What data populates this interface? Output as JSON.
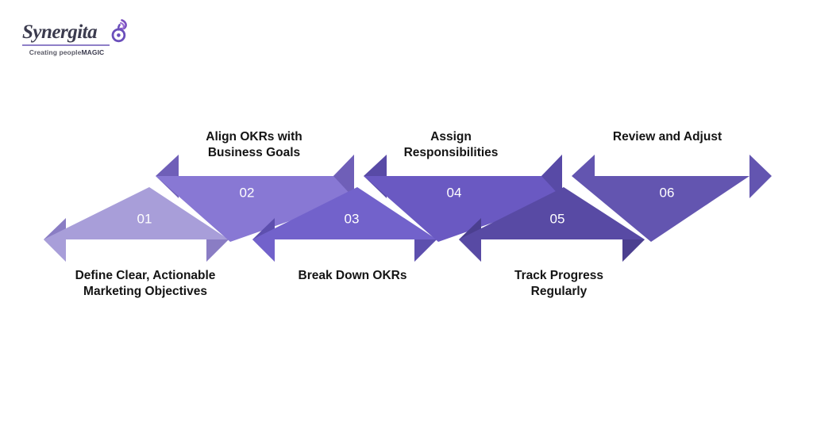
{
  "brand": {
    "name": "Synergita",
    "tagline_prefix": "Creating people",
    "tagline_suffix": "MAGIC",
    "tagline_full": "Creating peopleMAGIC",
    "mark_icon": "synergita-swirl-icon",
    "accent_color": "#6b4fbb",
    "wordmark_color": "#3b3b4e"
  },
  "diagram": {
    "type": "zigzag-chevron-process",
    "title": "",
    "background": "#ffffff",
    "steps": [
      {
        "number": "01",
        "label": "Define Clear, Actionable\nMarketing Objectives",
        "position": "below",
        "direction": "right",
        "color": "#a89ed9",
        "tail_color": "#8a7dc4"
      },
      {
        "number": "02",
        "label": "Align OKRs with\nBusiness Goals",
        "position": "above",
        "direction": "right",
        "color": "#8878d4",
        "tail_color": "#6f5fb8"
      },
      {
        "number": "03",
        "label": "Break Down OKRs",
        "position": "below",
        "direction": "right",
        "color": "#7262cb",
        "tail_color": "#5d4fae"
      },
      {
        "number": "04",
        "label": "Assign\nResponsibilities",
        "position": "above",
        "direction": "right",
        "color": "#6a59c2",
        "tail_color": "#584aa6"
      },
      {
        "number": "05",
        "label": "Track Progress\nRegularly",
        "position": "below",
        "direction": "right",
        "color": "#584aa4",
        "tail_color": "#4b3f8f"
      },
      {
        "number": "06",
        "label": "Review and Adjust",
        "position": "above",
        "direction": "right",
        "color": "#6355b0",
        "tail_color": "#6355b0"
      }
    ]
  }
}
